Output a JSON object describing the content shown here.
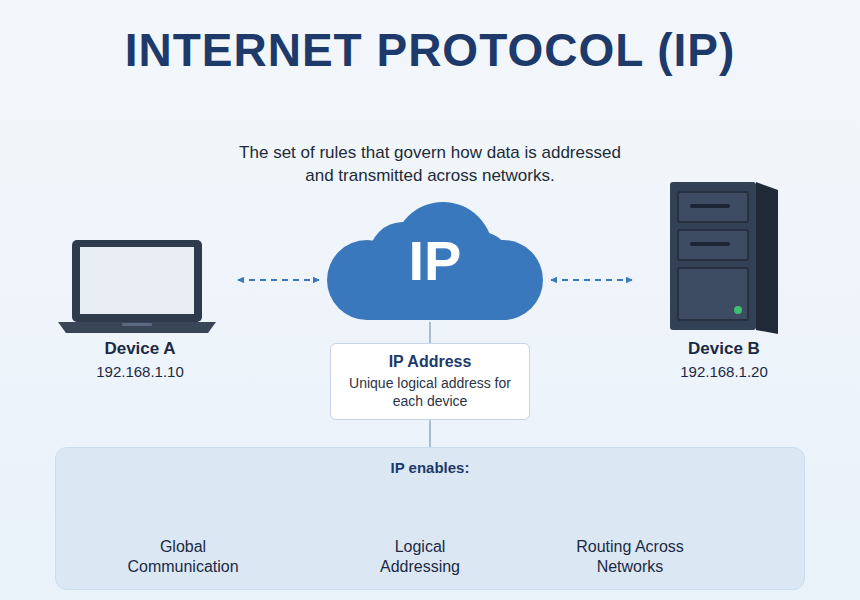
{
  "diagram": {
    "title": "INTERNET PROTOCOL (IP)",
    "nodes": [
      {
        "text": [
          "Device A",
          "192.168.1.10"
        ]
      },
      {
        "text": [
          "IP"
        ]
      },
      {
        "text": [
          "Device B",
          "192.168.1.20"
        ]
      },
      {
        "text": [
          "IP Address",
          "Unique logical address for each device"
        ]
      },
      {
        "text": [
          "IP enables:"
        ]
      }
    ],
    "edges": [
      {
        "from": 0,
        "to": 1,
        "arrow": "both"
      },
      {
        "from": 1,
        "to": 2,
        "arrow": "both"
      },
      {
        "from": 1,
        "to": 3,
        "arrow": "none"
      },
      {
        "from": 3,
        "to": 4,
        "arrow": "none"
      }
    ],
    "labels": [
      "The set of rules that govern how data is addressed and transmitted across networks.",
      "Global Communication",
      "Logical Addressing",
      "Routing Across Networks"
    ]
  }
}
